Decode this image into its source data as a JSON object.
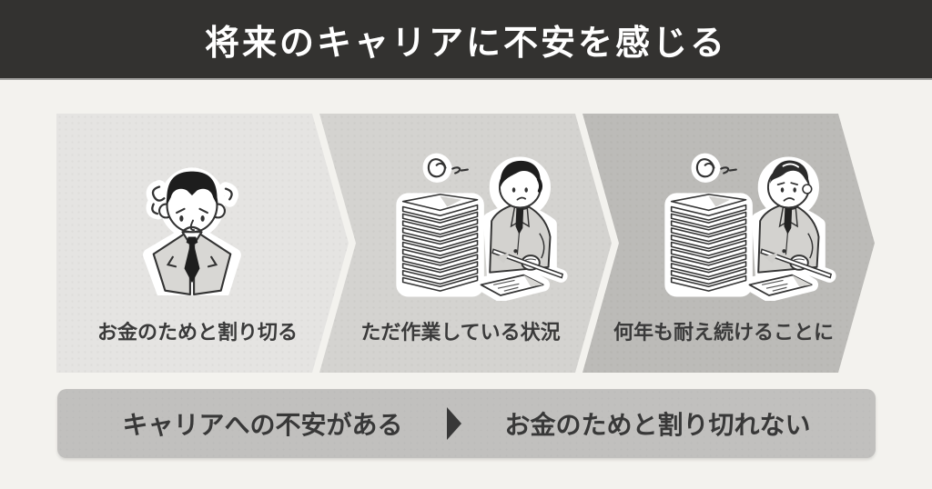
{
  "header": {
    "title": "将来のキャリアに不安を感じる"
  },
  "steps": [
    {
      "label": "お金のためと割り切る",
      "illustration": "worried-office-worker"
    },
    {
      "label": "ただ作業している状況",
      "illustration": "man-working-at-paper-stack"
    },
    {
      "label": "何年も耐え続けることに",
      "illustration": "older-man-enduring-paper-stack"
    }
  ],
  "conclusion": {
    "left": "キャリアへの不安がある",
    "arrow": "right-triangle",
    "right": "お金のためと割り切れない"
  },
  "colors": {
    "background": "#f3f2ee",
    "header_bg": "#333230",
    "header_text": "#ffffff",
    "step1_bg": "#e5e4e2",
    "step2_bg": "#d4d3d0",
    "step3_bg": "#bcbbb8",
    "conclusion_bg": "#c1c0be",
    "text_dark": "#3a3a3a"
  }
}
